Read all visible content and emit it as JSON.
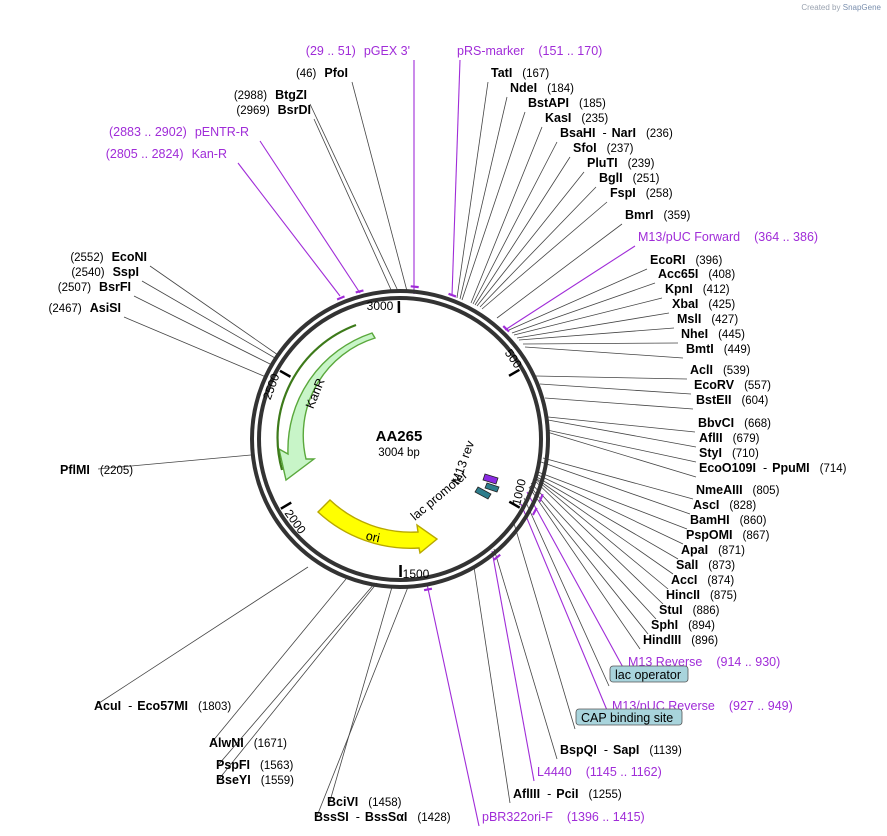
{
  "credit": {
    "prefix": "Created by",
    "brand": "SnapGene"
  },
  "plasmid": {
    "name": "AA265",
    "size_label": "3004 bp",
    "length": 3004
  },
  "ticks": [
    "3000",
    "500",
    "1000",
    "1500",
    "2000",
    "2500"
  ],
  "colors": {
    "primer": "#a02cd8",
    "feature_note_fill": "#a8d4dc",
    "kanr": "#c8f5c8",
    "kanr_stroke": "#5aa83c",
    "ori": "#ffff00",
    "ori_stroke": "#b8a800",
    "lac": "#2e7d8c"
  },
  "features": [
    {
      "name": "KanR",
      "label": "KanR"
    },
    {
      "name": "ori",
      "label": "ori"
    },
    {
      "name": "lac-promoter",
      "label": "lac promoter"
    },
    {
      "name": "m13-rev",
      "label": "M13 rev"
    }
  ],
  "labels": [
    {
      "id": "pgex3",
      "kind": "primer",
      "name": "pGEX 3'",
      "range": "(29 .. 51)"
    },
    {
      "id": "prsmarker",
      "kind": "primer",
      "name": "pRS-marker",
      "range": "(151 .. 170)"
    },
    {
      "id": "pfoi",
      "kind": "enzyme",
      "name": "PfoI",
      "pos": "(46)"
    },
    {
      "id": "tati",
      "kind": "enzyme",
      "name": "TatI",
      "pos": "(167)"
    },
    {
      "id": "btgzi",
      "kind": "enzyme",
      "name": "BtgZI",
      "pos": "(2988)"
    },
    {
      "id": "ndei",
      "kind": "enzyme",
      "name": "NdeI",
      "pos": "(184)"
    },
    {
      "id": "bsrdi",
      "kind": "enzyme",
      "name": "BsrDI",
      "pos": "(2969)"
    },
    {
      "id": "bstapi",
      "kind": "enzyme",
      "name": "BstAPI",
      "pos": "(185)"
    },
    {
      "id": "kasi",
      "kind": "enzyme",
      "name": "KasI",
      "pos": "(235)"
    },
    {
      "id": "pentrr",
      "kind": "primer",
      "name": "pENTR-R",
      "range": "(2883 .. 2902)"
    },
    {
      "id": "bsahi",
      "kind": "enzyme",
      "name": "BsaHI",
      "alt": "NarI",
      "pos": "(236)"
    },
    {
      "id": "sfoi",
      "kind": "enzyme",
      "name": "SfoI",
      "pos": "(237)"
    },
    {
      "id": "kanr",
      "kind": "primer",
      "name": "Kan-R",
      "range": "(2805 .. 2824)"
    },
    {
      "id": "pluti",
      "kind": "enzyme",
      "name": "PluTI",
      "pos": "(239)"
    },
    {
      "id": "bgli",
      "kind": "enzyme",
      "name": "BglI",
      "pos": "(251)"
    },
    {
      "id": "fspi",
      "kind": "enzyme",
      "name": "FspI",
      "pos": "(258)"
    },
    {
      "id": "bmri",
      "kind": "enzyme",
      "name": "BmrI",
      "pos": "(359)"
    },
    {
      "id": "m13fwd",
      "kind": "primer",
      "name": "M13/pUC Forward",
      "range": "(364 .. 386)"
    },
    {
      "id": "econi",
      "kind": "enzyme",
      "name": "EcoNI",
      "pos": "(2552)"
    },
    {
      "id": "ecori",
      "kind": "enzyme",
      "name": "EcoRI",
      "pos": "(396)"
    },
    {
      "id": "sspi",
      "kind": "enzyme",
      "name": "SspI",
      "pos": "(2540)"
    },
    {
      "id": "acc65i",
      "kind": "enzyme",
      "name": "Acc65I",
      "pos": "(408)"
    },
    {
      "id": "bsrfi",
      "kind": "enzyme",
      "name": "BsrFI",
      "pos": "(2507)"
    },
    {
      "id": "kpni",
      "kind": "enzyme",
      "name": "KpnI",
      "pos": "(412)"
    },
    {
      "id": "xbai",
      "kind": "enzyme",
      "name": "XbaI",
      "pos": "(425)"
    },
    {
      "id": "asisi",
      "kind": "enzyme",
      "name": "AsiSI",
      "pos": "(2467)"
    },
    {
      "id": "msli",
      "kind": "enzyme",
      "name": "MslI",
      "pos": "(427)"
    },
    {
      "id": "nhei",
      "kind": "enzyme",
      "name": "NheI",
      "pos": "(445)"
    },
    {
      "id": "bmti",
      "kind": "enzyme",
      "name": "BmtI",
      "pos": "(449)"
    },
    {
      "id": "acli",
      "kind": "enzyme",
      "name": "AclI",
      "pos": "(539)"
    },
    {
      "id": "ecorv",
      "kind": "enzyme",
      "name": "EcoRV",
      "pos": "(557)"
    },
    {
      "id": "bsteii",
      "kind": "enzyme",
      "name": "BstEII",
      "pos": "(604)"
    },
    {
      "id": "bbvci",
      "kind": "enzyme",
      "name": "BbvCI",
      "pos": "(668)"
    },
    {
      "id": "aflii",
      "kind": "enzyme",
      "name": "AflII",
      "pos": "(679)"
    },
    {
      "id": "styi",
      "kind": "enzyme",
      "name": "StyI",
      "pos": "(710)"
    },
    {
      "id": "pflmi",
      "kind": "enzyme",
      "name": "PflMI",
      "pos": "(2205)"
    },
    {
      "id": "ecoo109i",
      "kind": "enzyme",
      "name": "EcoO109I",
      "alt": "PpuMI",
      "pos": "(714)"
    },
    {
      "id": "nmeaiii",
      "kind": "enzyme",
      "name": "NmeAIII",
      "pos": "(805)"
    },
    {
      "id": "asci",
      "kind": "enzyme",
      "name": "AscI",
      "pos": "(828)"
    },
    {
      "id": "bamhi",
      "kind": "enzyme",
      "name": "BamHI",
      "pos": "(860)"
    },
    {
      "id": "pspomi",
      "kind": "enzyme",
      "name": "PspOMI",
      "pos": "(867)"
    },
    {
      "id": "apai",
      "kind": "enzyme",
      "name": "ApaI",
      "pos": "(871)"
    },
    {
      "id": "sali",
      "kind": "enzyme",
      "name": "SalI",
      "pos": "(873)"
    },
    {
      "id": "acci",
      "kind": "enzyme",
      "name": "AccI",
      "pos": "(874)"
    },
    {
      "id": "hincii",
      "kind": "enzyme",
      "name": "HincII",
      "pos": "(875)"
    },
    {
      "id": "stui",
      "kind": "enzyme",
      "name": "StuI",
      "pos": "(886)"
    },
    {
      "id": "sphi",
      "kind": "enzyme",
      "name": "SphI",
      "pos": "(894)"
    },
    {
      "id": "hindiii",
      "kind": "enzyme",
      "name": "HindIII",
      "pos": "(896)"
    },
    {
      "id": "m13rev",
      "kind": "primer",
      "name": "M13 Reverse",
      "range": "(914 .. 930)"
    },
    {
      "id": "lacop",
      "kind": "feature",
      "name": "lac operator"
    },
    {
      "id": "m13pucrev",
      "kind": "primer",
      "name": "M13/pUC Reverse",
      "range": "(927 .. 949)"
    },
    {
      "id": "acui",
      "kind": "enzyme",
      "name": "AcuI",
      "alt": "Eco57MI",
      "pos": "(1803)"
    },
    {
      "id": "cap",
      "kind": "feature",
      "name": "CAP binding site"
    },
    {
      "id": "alwni",
      "kind": "enzyme",
      "name": "AlwNI",
      "pos": "(1671)"
    },
    {
      "id": "bspqi",
      "kind": "enzyme",
      "name": "BspQI",
      "alt": "SapI",
      "pos": "(1139)"
    },
    {
      "id": "pspfi",
      "kind": "enzyme",
      "name": "PspFI",
      "pos": "(1563)"
    },
    {
      "id": "l4440",
      "kind": "primer",
      "name": "L4440",
      "range": "(1145 .. 1162)"
    },
    {
      "id": "bseyi",
      "kind": "enzyme",
      "name": "BseYI",
      "pos": "(1559)"
    },
    {
      "id": "afliii",
      "kind": "enzyme",
      "name": "AflIII",
      "alt": "PciI",
      "pos": "(1255)"
    },
    {
      "id": "bcivi",
      "kind": "enzyme",
      "name": "BciVI",
      "pos": "(1458)"
    },
    {
      "id": "bsssi",
      "kind": "enzyme",
      "name": "BssSI",
      "alt": "BssSαI",
      "pos": "(1428)"
    },
    {
      "id": "pbr322",
      "kind": "primer",
      "name": "pBR322ori-F",
      "range": "(1396 .. 1415)"
    }
  ]
}
